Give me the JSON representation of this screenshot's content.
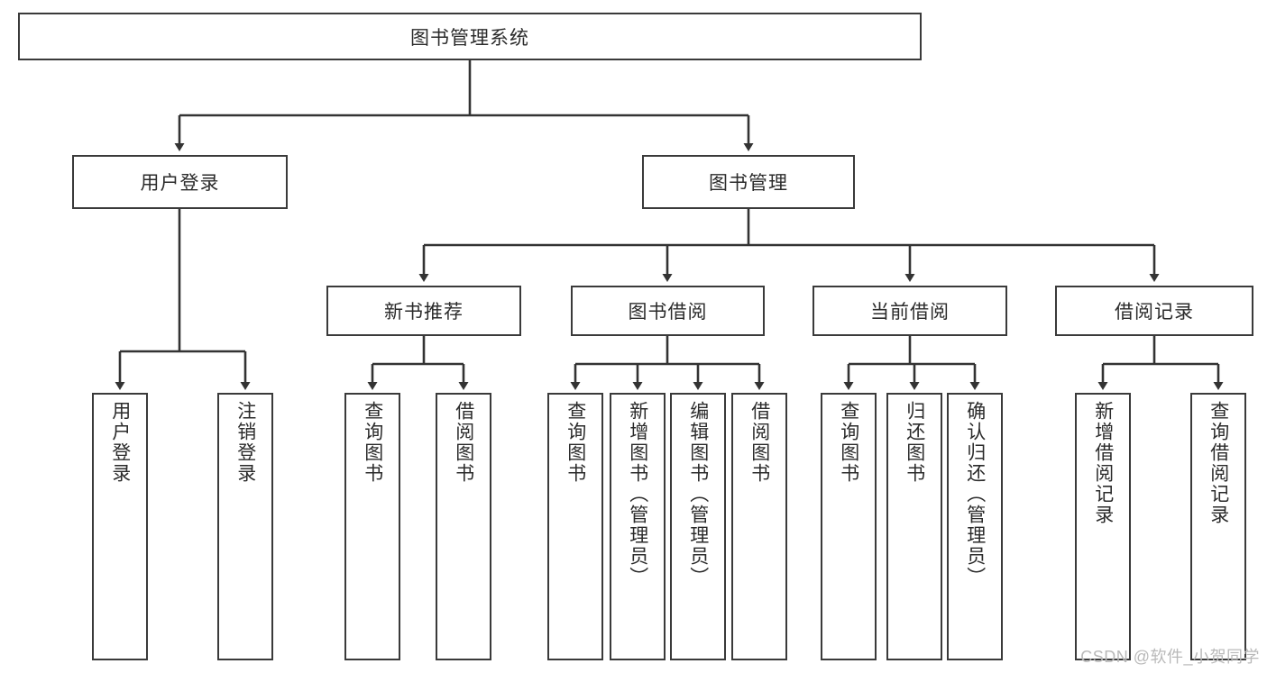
{
  "diagram": {
    "type": "tree-hierarchy-chart",
    "title_box": {
      "label": "图书管理系统"
    },
    "level2": [
      {
        "id": "user-login",
        "label": "用户登录"
      },
      {
        "id": "book-manage",
        "label": "图书管理"
      }
    ],
    "level3": [
      {
        "id": "new-book-recommend",
        "label": "新书推荐"
      },
      {
        "id": "book-borrow",
        "label": "图书借阅"
      },
      {
        "id": "current-borrow",
        "label": "当前借阅"
      },
      {
        "id": "borrow-record",
        "label": "借阅记录"
      }
    ],
    "leaves": {
      "user_login": [
        {
          "id": "leaf-user-login",
          "label": "用户登录"
        },
        {
          "id": "leaf-logout-login",
          "label": "注销登录"
        }
      ],
      "new_book_recommend": [
        {
          "id": "leaf-query-book-1",
          "label": "查询图书"
        },
        {
          "id": "leaf-borrow-book-1",
          "label": "借阅图书"
        }
      ],
      "book_borrow": [
        {
          "id": "leaf-query-book-2",
          "label": "查询图书"
        },
        {
          "id": "leaf-add-book",
          "label": "新增图书（管理员）"
        },
        {
          "id": "leaf-edit-book",
          "label": "编辑图书（管理员）"
        },
        {
          "id": "leaf-borrow-book-2",
          "label": "借阅图书"
        }
      ],
      "current_borrow": [
        {
          "id": "leaf-query-book-3",
          "label": "查询图书"
        },
        {
          "id": "leaf-return-book",
          "label": "归还图书"
        },
        {
          "id": "leaf-confirm-return",
          "label": "确认归还（管理员）"
        }
      ],
      "borrow_record": [
        {
          "id": "leaf-add-record",
          "label": "新增借阅记录"
        },
        {
          "id": "leaf-query-record",
          "label": "查询借阅记录"
        }
      ]
    },
    "watermark": "CSDN @软件_小贺同学",
    "colors": {
      "border": "#3a3a3a",
      "text": "#2b2b2b",
      "background": "#ffffff",
      "edge": "#333333",
      "watermark": "#b9b9b9"
    }
  }
}
